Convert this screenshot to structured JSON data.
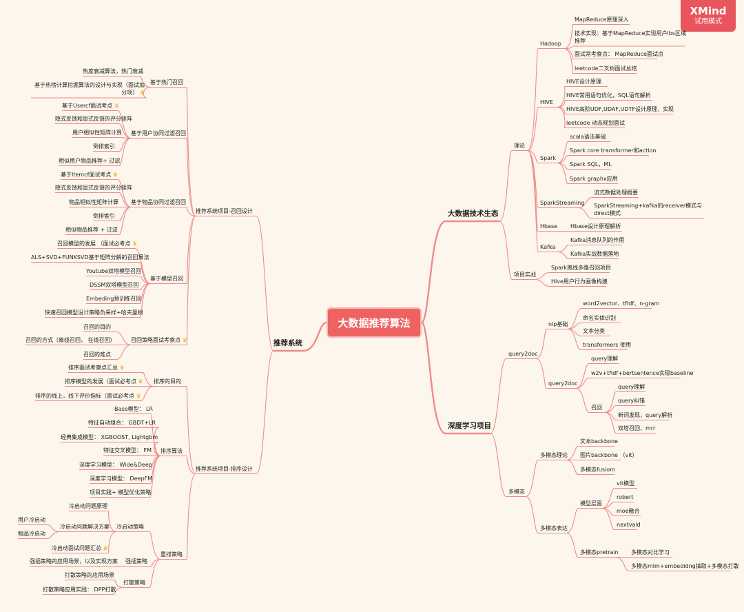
{
  "root": "大数据推荐算法",
  "watermark": {
    "brand": "XMind",
    "mode": "试用模式"
  },
  "star_icon": "crown-icon",
  "star_glyph": "♛",
  "colors": {
    "line": "#ef8b87",
    "root": "#ee6262",
    "badge": "#e9555d",
    "background": "#fcf6ed"
  },
  "nodes": [
    {
      "id": "n0",
      "text": "大数据技术生态"
    },
    {
      "id": "n1",
      "text": "理论"
    },
    {
      "id": "n2",
      "text": "Hadoop"
    },
    {
      "id": "n3",
      "text": "MapReduce原理深入"
    },
    {
      "id": "n4",
      "text": "技术实现：基于MapReduce实现用户lbs区域推荐"
    },
    {
      "id": "n5",
      "text": "面试常考察点： MapReduce面试点"
    },
    {
      "id": "n6",
      "text": "leetcode二叉树面试总结"
    },
    {
      "id": "n7",
      "text": "HIVE"
    },
    {
      "id": "n8",
      "text": "HIVE设计原理"
    },
    {
      "id": "n9",
      "text": "HIVE常用语句优化，SQL语句解析"
    },
    {
      "id": "n10",
      "text": "HIVE高阶UDF,UDAF,UDTF设计原理，实现"
    },
    {
      "id": "n11",
      "text": "leetcode 动态规划面试"
    },
    {
      "id": "n12",
      "text": "Spark"
    },
    {
      "id": "n13",
      "text": "scala语法基础"
    },
    {
      "id": "n14",
      "text": "Spark core transformer和action"
    },
    {
      "id": "n15",
      "text": "Spark SQL，ML"
    },
    {
      "id": "n16",
      "text": "Spark graphx应用"
    },
    {
      "id": "n17",
      "text": "SparkStreaming"
    },
    {
      "id": "n18",
      "text": "流式数据处理概要"
    },
    {
      "id": "n19",
      "text": "SparkStreaming+kafka的receiver模式与direct模式"
    },
    {
      "id": "n20",
      "text": "Hbase"
    },
    {
      "id": "n21",
      "text": "Hbase设计原理解析"
    },
    {
      "id": "n22",
      "text": "Kafka"
    },
    {
      "id": "n23",
      "text": "Kafka消息队列的作用"
    },
    {
      "id": "n24",
      "text": "Kafka实战数据落地"
    },
    {
      "id": "n25",
      "text": "项目实战"
    },
    {
      "id": "n26",
      "text": "Spark离线多路召回项目"
    },
    {
      "id": "n27",
      "text": "Hive用户行为画像构建"
    },
    {
      "id": "n28",
      "text": "深度学习项目"
    },
    {
      "id": "n29",
      "text": "query2doc"
    },
    {
      "id": "n30",
      "text": "nlp基础"
    },
    {
      "id": "n31",
      "text": "word2vector、tfidf、n-gram"
    },
    {
      "id": "n32",
      "text": "命名实体识别"
    },
    {
      "id": "n33",
      "text": "文本分类"
    },
    {
      "id": "n34",
      "text": "transformers 使用"
    },
    {
      "id": "n35",
      "text": "query2doc"
    },
    {
      "id": "n36",
      "text": "query理解"
    },
    {
      "id": "n37",
      "text": "w2v+tfidf+bertsentence实现baseline"
    },
    {
      "id": "n38",
      "text": "召回"
    },
    {
      "id": "n39",
      "text": "query理解"
    },
    {
      "id": "n40",
      "text": "query纠错"
    },
    {
      "id": "n41",
      "text": "新词发现，query解析"
    },
    {
      "id": "n42",
      "text": "双塔召回、mrr"
    },
    {
      "id": "n43",
      "text": "多模态"
    },
    {
      "id": "n44",
      "text": "多模态理论"
    },
    {
      "id": "n45",
      "text": "文本backbone"
    },
    {
      "id": "n46",
      "text": "图片backbone （vit）"
    },
    {
      "id": "n47",
      "text": "多模态fusiom"
    },
    {
      "id": "n48",
      "text": "多模态表达"
    },
    {
      "id": "n49",
      "text": "模型层面"
    },
    {
      "id": "n50",
      "text": "vit模型"
    },
    {
      "id": "n51",
      "text": "robert"
    },
    {
      "id": "n52",
      "text": "moe融合"
    },
    {
      "id": "n53",
      "text": "nextvald"
    },
    {
      "id": "n54",
      "text": "多模态pretrain"
    },
    {
      "id": "n55",
      "text": "多模态对比学习"
    },
    {
      "id": "n56",
      "text": "多模态mlm+embedidng抽取+多模态打散"
    },
    {
      "id": "n57",
      "text": "推荐系统"
    },
    {
      "id": "n58",
      "text": "推荐系统项目-召回设计"
    },
    {
      "id": "n59",
      "text": "基于热门召回"
    },
    {
      "id": "n60",
      "text": "热度衰减算法，热门衰减"
    },
    {
      "id": "n61",
      "text": "基于热榜计算挖掘算法的设计与实现（面试加分项）"
    },
    {
      "id": "n62",
      "text": "基于用户协同过滤召回"
    },
    {
      "id": "n63",
      "text": "基于Usercf面试考点"
    },
    {
      "id": "n64",
      "text": "隐式反馈和显式反馈的评分矩阵"
    },
    {
      "id": "n65",
      "text": "用户相似性矩阵计算"
    },
    {
      "id": "n66",
      "text": "倒排索引"
    },
    {
      "id": "n67",
      "text": "相似用户物品推荐+ 过滤"
    },
    {
      "id": "n68",
      "text": "基于物品协同过滤召回"
    },
    {
      "id": "n69",
      "text": "基于Itemcf面试考点"
    },
    {
      "id": "n70",
      "text": "隐式反馈和显式反馈的评分矩阵"
    },
    {
      "id": "n71",
      "text": "物品相似性矩阵计算"
    },
    {
      "id": "n72",
      "text": "倒排索引"
    },
    {
      "id": "n73",
      "text": "相似物品推荐 + 过滤"
    },
    {
      "id": "n74",
      "text": "基于模型召回"
    },
    {
      "id": "n75",
      "text": "召回模型的发展 （面试必考点"
    },
    {
      "id": "n76",
      "text": "ALS+SVD+FUNKSVD基于矩阵分解的召回算法"
    },
    {
      "id": "n77",
      "text": "Youtube双塔模型召回"
    },
    {
      "id": "n78",
      "text": "DSSM双塔模型召回"
    },
    {
      "id": "n79",
      "text": "Embeding预训练召回"
    },
    {
      "id": "n80",
      "text": "快速召回模型设计策略负采样+哈夫曼树"
    },
    {
      "id": "n81",
      "text": "召回策略面试考察点"
    },
    {
      "id": "n82",
      "text": "召回的目的"
    },
    {
      "id": "n83",
      "text": "召回的方式（离线召回， 在线召回）"
    },
    {
      "id": "n84",
      "text": "召回的难点"
    },
    {
      "id": "n85",
      "text": "推荐系统项目-排序设计"
    },
    {
      "id": "n86",
      "text": "排序的目的"
    },
    {
      "id": "n87",
      "text": "排序面试考察点汇总"
    },
    {
      "id": "n88",
      "text": "排序模型的发展（面试必考点"
    },
    {
      "id": "n89",
      "text": "排序的线上，线下评价指标（面试必考点"
    },
    {
      "id": "n90",
      "text": "排序算法"
    },
    {
      "id": "n91",
      "text": "Base模型： LR"
    },
    {
      "id": "n92",
      "text": "特征自动组合： GBDT+LR"
    },
    {
      "id": "n93",
      "text": "经典集成模型： XGBOOST, Lightgbm"
    },
    {
      "id": "n94",
      "text": "特征交叉模型： FM"
    },
    {
      "id": "n95",
      "text": "深度学习模型： Wide&Deep"
    },
    {
      "id": "n96",
      "text": "深度学习模型： DeepFM"
    },
    {
      "id": "n97",
      "text": "项目实践+ 模型优化策略"
    },
    {
      "id": "n98",
      "text": "重排策略"
    },
    {
      "id": "n99",
      "text": "冷启动策略"
    },
    {
      "id": "n100",
      "text": "冷启动问题原理"
    },
    {
      "id": "n101",
      "text": "冷启动问题解决方案"
    },
    {
      "id": "n102",
      "text": "用户冷启动"
    },
    {
      "id": "n103",
      "text": "物品冷启动"
    },
    {
      "id": "n104",
      "text": "冷启动面试问题汇总"
    },
    {
      "id": "n105",
      "text": "强插策略"
    },
    {
      "id": "n106",
      "text": "强插策略的应用场景，以及实现方案"
    },
    {
      "id": "n107",
      "text": "打散策略"
    },
    {
      "id": "n108",
      "text": "打散策略的应用场景"
    },
    {
      "id": "n109",
      "text": "打散策略应用实践： DPP打散"
    }
  ]
}
